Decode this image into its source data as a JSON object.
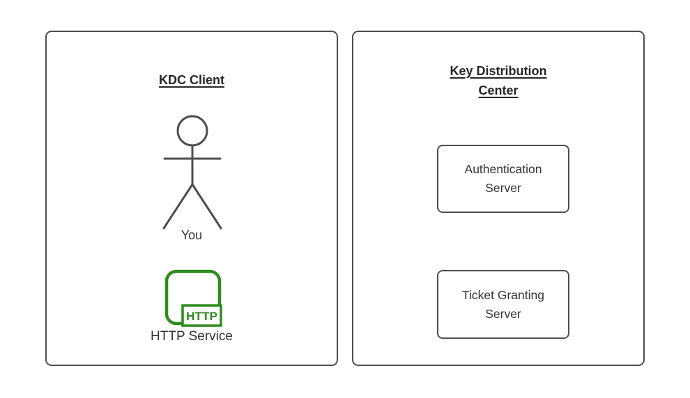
{
  "colors": {
    "panel_stroke": "#4d4d4d",
    "text": "#333333",
    "title_text": "#262626",
    "service_green": "#2e8b1e",
    "background": "#ffffff"
  },
  "left_panel": {
    "title": "KDC Client",
    "actor_icon": "person-stick-figure-icon",
    "actor_label": "You",
    "service_icon": "http-service-icon",
    "service_icon_text": "HTTP",
    "service_label": "HTTP Service"
  },
  "right_panel": {
    "title": "Key Distribution Center",
    "nodes": [
      {
        "label": "Authentication Server"
      },
      {
        "label": "Ticket Granting Server"
      }
    ]
  }
}
